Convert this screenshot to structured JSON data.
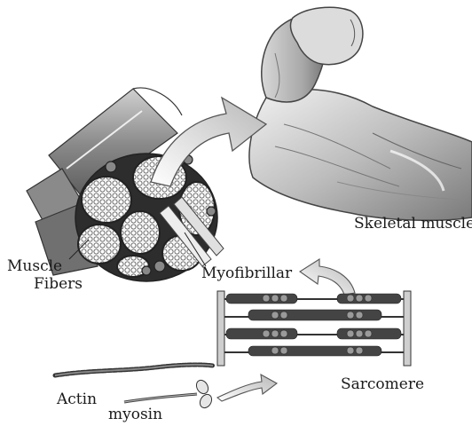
{
  "labels": {
    "skeletal_muscle": "Skeletal muscle",
    "muscle": "Muscle",
    "fibers": "Fibers",
    "myofibrillar": "Myofibrillar",
    "sarcomere": "Sarcomere",
    "actin": "Actin",
    "myosin": "myosin"
  },
  "icons": [
    "arm-illustration",
    "muscle-bundle-icon",
    "arrow-icon",
    "sarcomere-icon",
    "actin-filament-icon",
    "myosin-molecule-icon"
  ],
  "colors": {
    "line": "#222222",
    "fill_dark": "#3a3a3a",
    "fill_mid": "#9a9a9a",
    "fill_light": "#e4e4e4"
  }
}
